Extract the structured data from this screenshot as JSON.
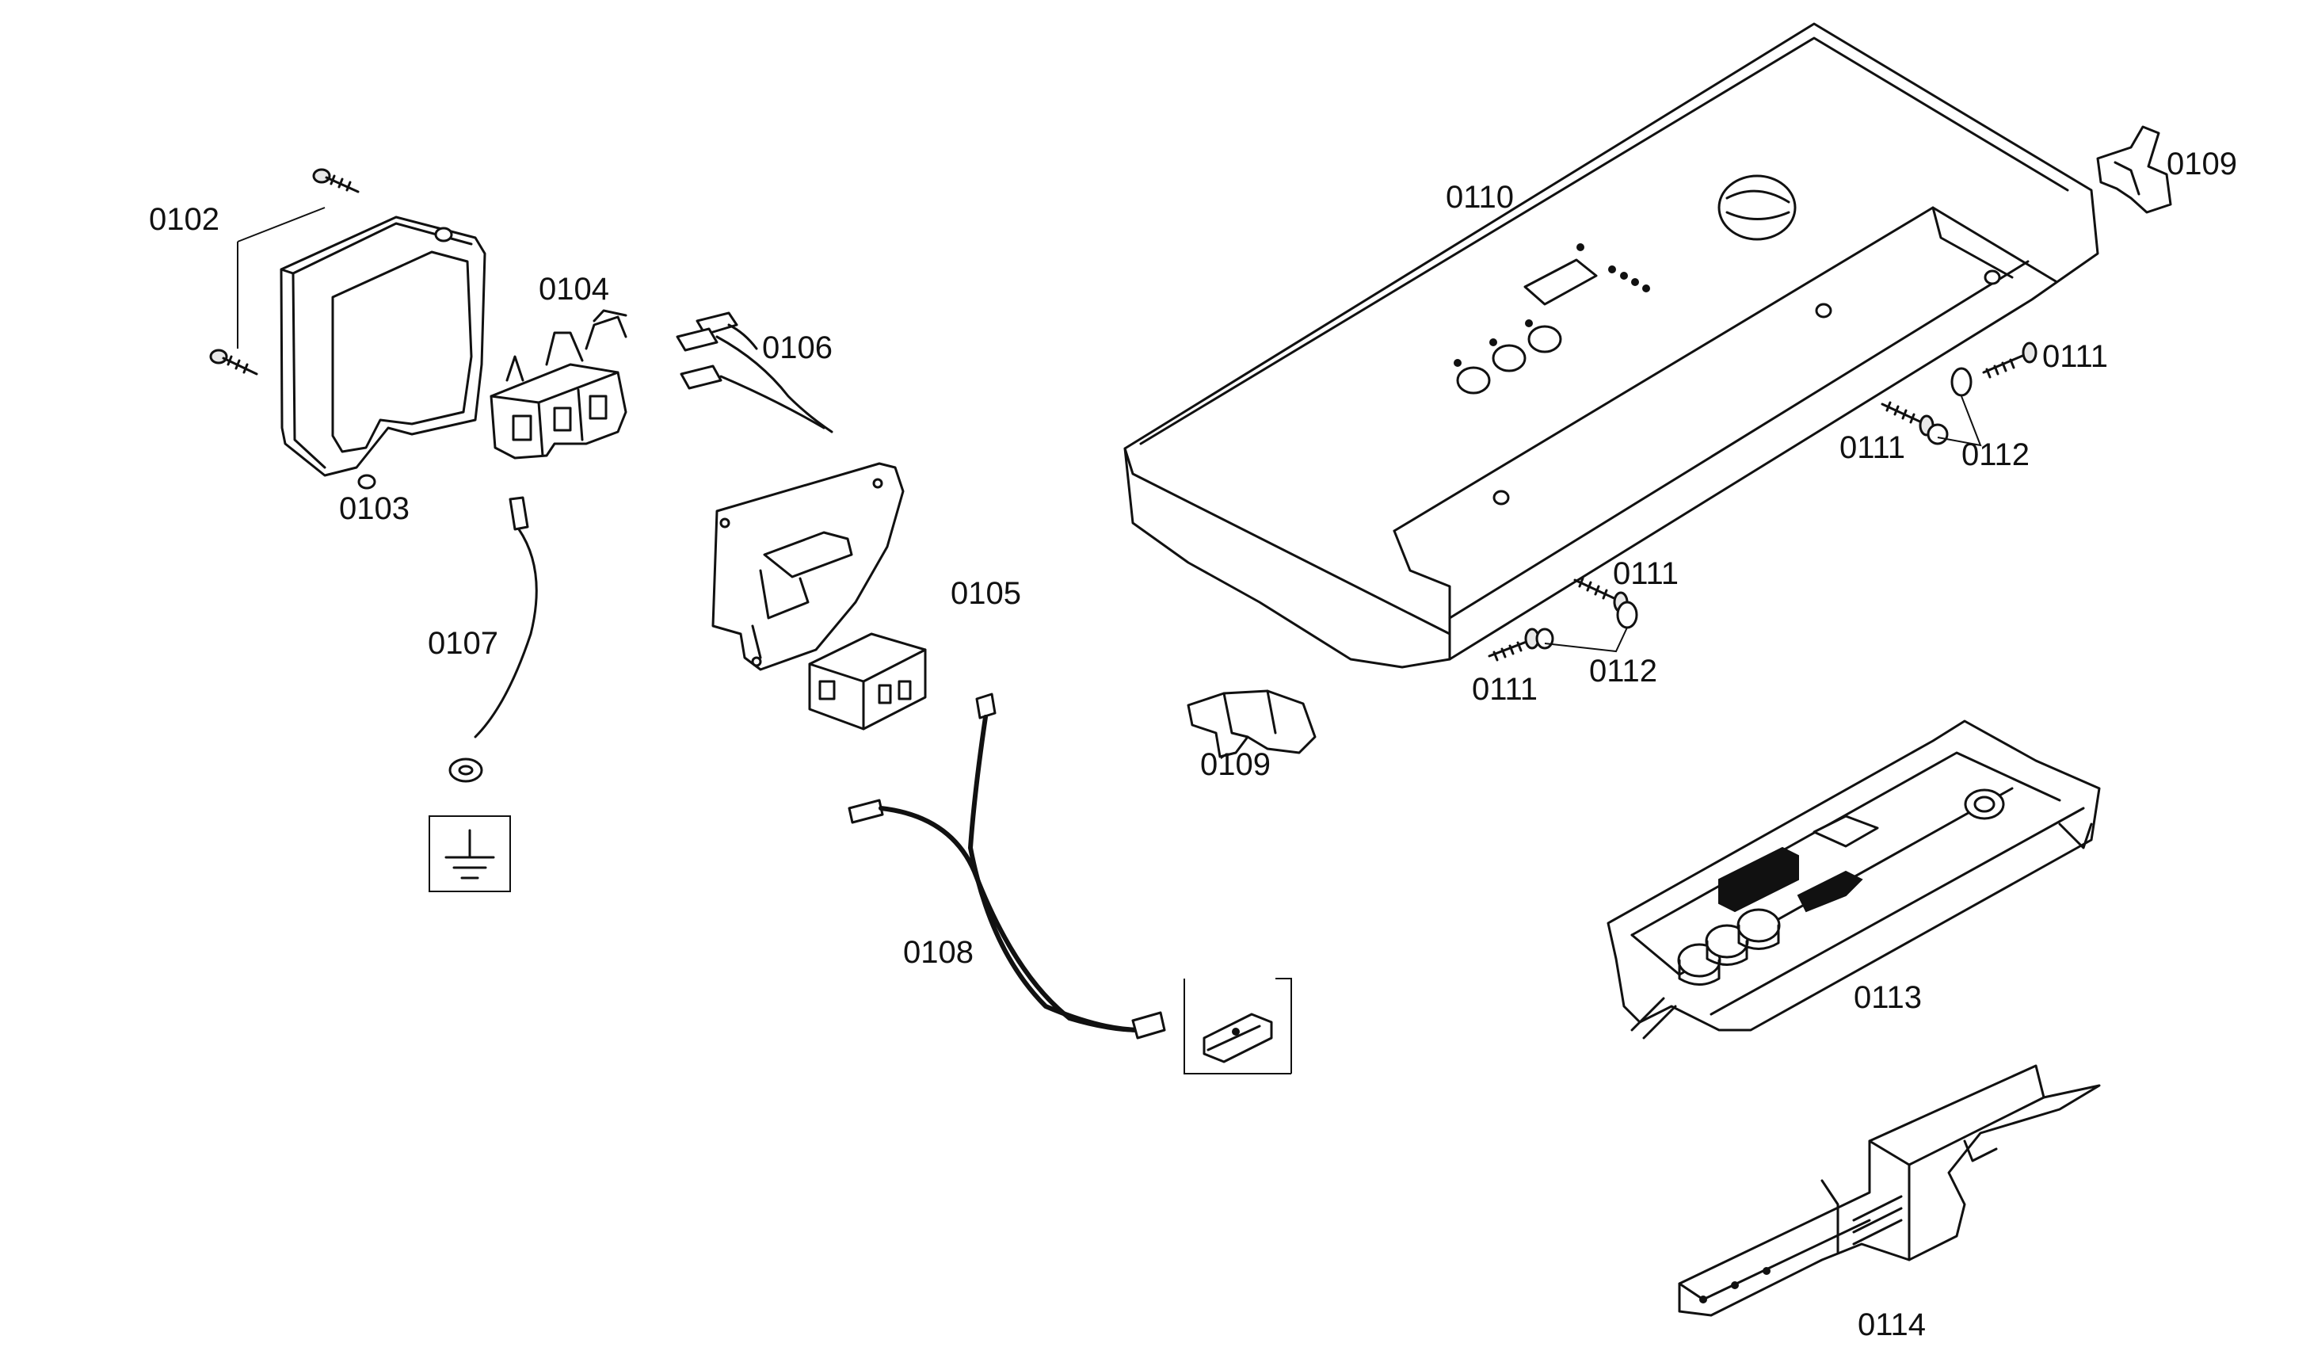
{
  "labels": {
    "p0102": "0102",
    "p0103": "0103",
    "p0104": "0104",
    "p0105": "0105",
    "p0106": "0106",
    "p0107": "0107",
    "p0108": "0108",
    "p0109_right": "0109",
    "p0109_left": "0109",
    "p0110": "0110",
    "p0111_a": "0111",
    "p0111_b": "0111",
    "p0111_c": "0111",
    "p0111_d": "0111",
    "p0112_a": "0112",
    "p0112_b": "0112",
    "p0113": "0113",
    "p0114": "0114"
  },
  "icons": {
    "ground": "ground-symbol-icon",
    "connector": "connector-detail-icon"
  }
}
